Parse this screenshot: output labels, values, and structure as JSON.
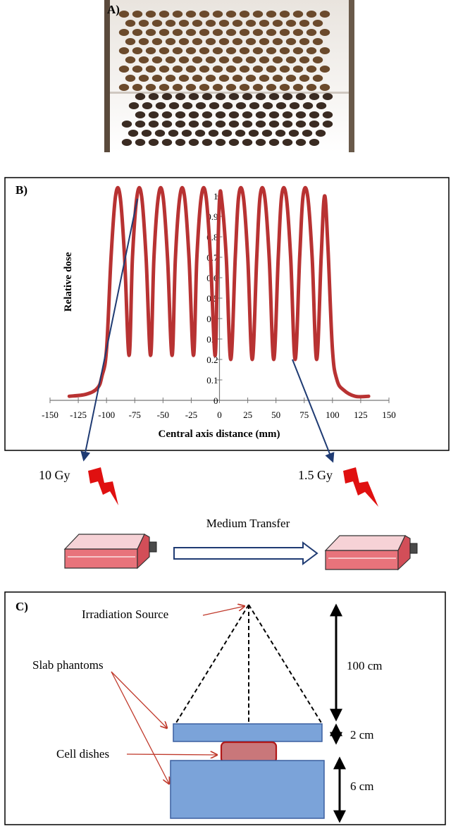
{
  "panel_a": {
    "label": "A)"
  },
  "panel_b": {
    "label": "B)",
    "chart_data": {
      "type": "line",
      "title": "",
      "xlabel": "Central axis distance (mm)",
      "ylabel": "Relative  dose",
      "xlim": [
        -150,
        150
      ],
      "ylim": [
        0,
        1
      ],
      "x_ticks": [
        -150,
        -125,
        -100,
        -75,
        -50,
        -25,
        0,
        25,
        50,
        75,
        100,
        125,
        150
      ],
      "y_ticks": [
        0,
        0.1,
        0.2,
        0.3,
        0.4,
        0.5,
        0.6,
        0.7,
        0.8,
        0.9,
        1
      ],
      "x_tick_labels": [
        "-150",
        "-125",
        "-100",
        "-75",
        "-50",
        "-25",
        "0",
        "25",
        "50",
        "75",
        "100",
        "125",
        "150"
      ],
      "y_tick_labels": [
        "0",
        "0.1",
        "0.2",
        "0.3",
        "0.4",
        "0.5",
        "0.6",
        "0.7",
        "0.8",
        "0.9",
        "1"
      ],
      "grid": false,
      "series": [
        {
          "color": "#b83232",
          "x": [
            -133,
            -118,
            -108,
            -104,
            -100,
            -96,
            -92,
            -88,
            -84,
            -80,
            -77,
            -73,
            -69,
            -65,
            -61,
            -58,
            -54,
            -50,
            -46,
            -42,
            -39,
            -35,
            -31,
            -27,
            -23,
            -20,
            -16,
            -12,
            -8,
            -4,
            -2,
            0,
            2,
            6,
            10,
            14,
            17,
            21,
            25,
            29,
            33,
            36,
            40,
            44,
            48,
            52,
            55,
            59,
            63,
            67,
            71,
            74,
            78,
            82,
            86,
            90,
            93,
            96,
            100,
            104,
            110,
            120,
            132
          ],
          "y": [
            0.02,
            0.03,
            0.06,
            0.12,
            0.25,
            0.7,
            1.0,
            1.0,
            0.7,
            0.22,
            0.7,
            1.0,
            1.0,
            0.7,
            0.22,
            0.7,
            1.0,
            1.0,
            0.7,
            0.22,
            0.7,
            1.0,
            1.0,
            0.7,
            0.22,
            0.7,
            1.0,
            1.0,
            0.7,
            0.22,
            0.6,
            0.98,
            0.98,
            0.7,
            0.2,
            0.7,
            1.0,
            1.0,
            0.7,
            0.2,
            0.7,
            1.0,
            1.0,
            0.7,
            0.2,
            0.7,
            1.0,
            1.0,
            0.7,
            0.2,
            0.7,
            1.0,
            1.0,
            0.7,
            0.2,
            0.7,
            1.0,
            0.75,
            0.25,
            0.1,
            0.05,
            0.02,
            0.02
          ]
        }
      ]
    },
    "dose_high": "10 Gy",
    "dose_low": "1.5 Gy",
    "transfer_label": "Medium  Transfer",
    "colors": {
      "curve": "#b83232",
      "arrow": "#1f3b73",
      "bolt": "#e01010",
      "flask_fill": "#e8737b"
    }
  },
  "panel_c": {
    "label": "C)",
    "source_label": "Irradiation Source",
    "slab_label": "Slab phantoms",
    "dishes_label": "Cell dishes",
    "dim_top": "100 cm",
    "dim_mid": "2 cm",
    "dim_bottom": "6 cm",
    "colors": {
      "slab": "#7ba3d9",
      "slab_stroke": "#3a5fa0",
      "dish": "#c9777a",
      "dish_stroke": "#b01818",
      "pointer": "#c0392b"
    }
  }
}
